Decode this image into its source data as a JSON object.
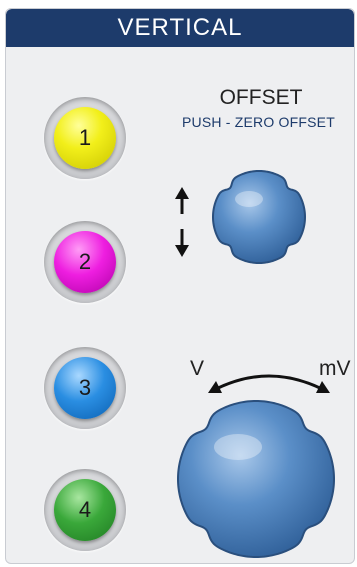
{
  "header": {
    "title": "VERTICAL"
  },
  "channels": [
    {
      "label": "1",
      "color": "#f2ef1a"
    },
    {
      "label": "2",
      "color": "#ee1ee0"
    },
    {
      "label": "3",
      "color": "#2a8ee2"
    },
    {
      "label": "4",
      "color": "#3aa83a"
    }
  ],
  "offset": {
    "title": "OFFSET",
    "subtitle": "PUSH - ZERO OFFSET",
    "arrow_icon": "up-down-arrow-icon"
  },
  "scale": {
    "left_label": "V",
    "right_label": "mV",
    "arrow_icon": "curved-double-arrow-icon"
  },
  "colors": {
    "header_bg": "#1d3b6b",
    "knob_fill": "#5b8fc8",
    "panel_bg": "#eeeff1"
  }
}
